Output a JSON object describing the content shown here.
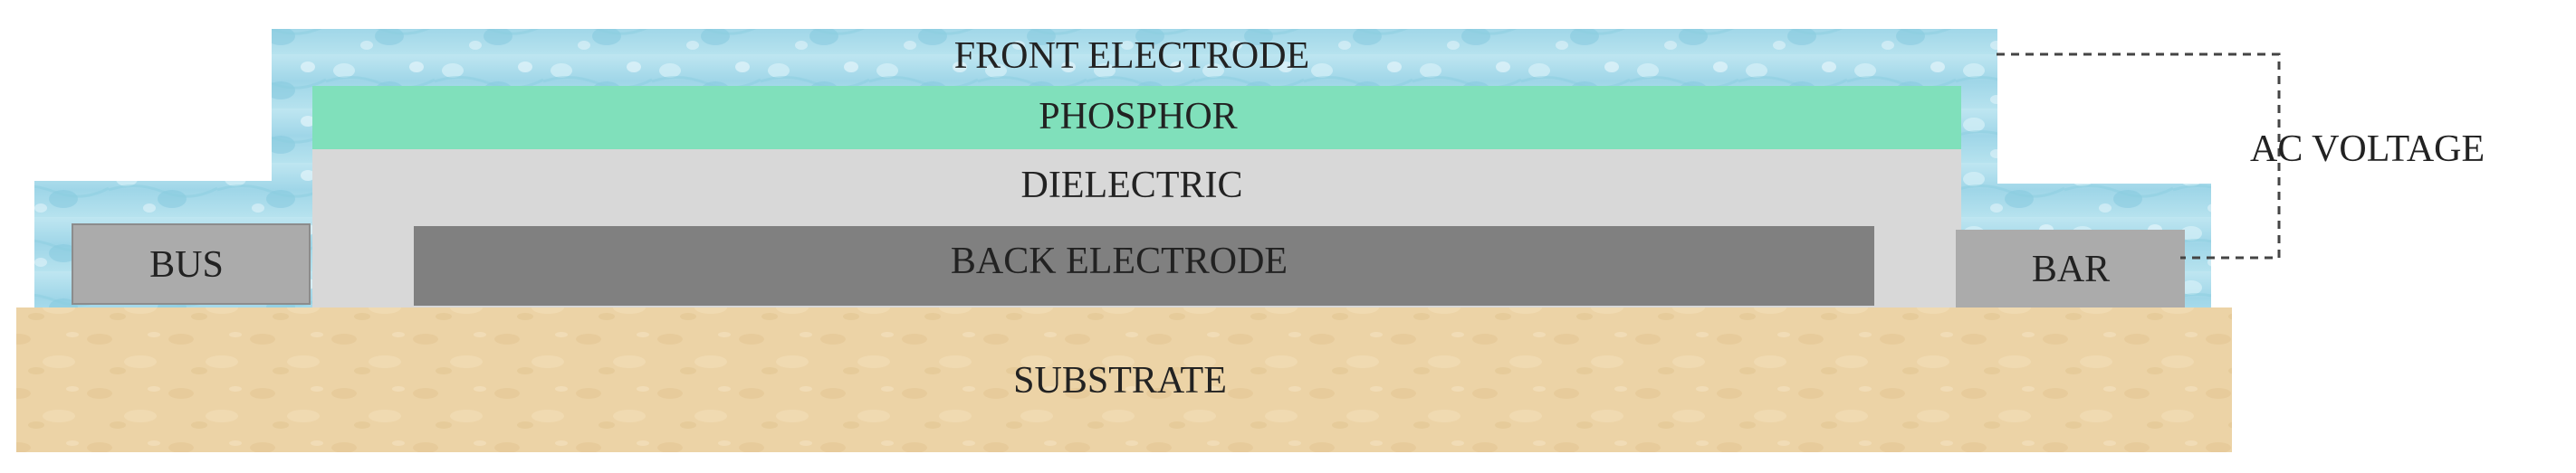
{
  "labels": {
    "front_electrode": "FRONT ELECTRODE",
    "phosphor": "PHOSPHOR",
    "dielectric": "DIELECTRIC",
    "back_electrode": "BACK ELECTRODE",
    "bus": "BUS",
    "bar": "BAR",
    "substrate": "SUBSTRATE",
    "ac_voltage": "AC VOLTAGE"
  },
  "colors": {
    "front_electrode": "#a9dcea",
    "phosphor": "#80e0bb",
    "dielectric": "#d8d8d8",
    "back_electrode": "#808080",
    "bus_bar": "#ababab",
    "substrate": "#ecd2a4",
    "wire": "#444444"
  }
}
